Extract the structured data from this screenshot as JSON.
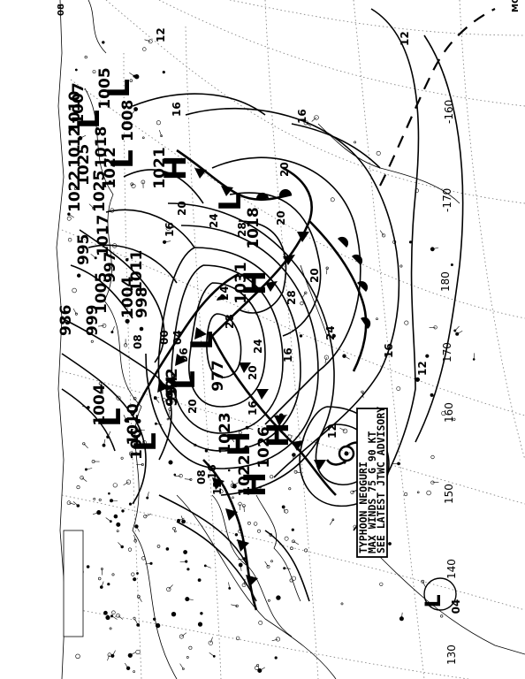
{
  "longitude_labels": [
    "-160",
    "-170",
    "180",
    "170",
    "160",
    "150",
    "140",
    "130"
  ],
  "highs": [
    {
      "letter": "H",
      "pressure": "1031"
    },
    {
      "letter": "H",
      "pressure": "1023"
    },
    {
      "letter": "H",
      "pressure": "1026"
    },
    {
      "letter": "H",
      "pressure": "1022"
    },
    {
      "letter": "H",
      "pressure": "1021"
    }
  ],
  "lows": [
    {
      "letter": "L",
      "pressure": "1018"
    },
    {
      "letter": "L",
      "pressure": "977"
    },
    {
      "letter": "L",
      "pressure": "992"
    },
    {
      "letter": "L",
      "pressure": "1004"
    },
    {
      "letter": "L",
      "pressure": "1010"
    },
    {
      "letter": "L",
      "pressure": "1005"
    },
    {
      "letter": "L",
      "pressure": "1007"
    },
    {
      "letter": "L",
      "pressure": "1022"
    }
  ],
  "edge_pressures": [
    "1010",
    "1012",
    "1025",
    "1017",
    "1011",
    "1008",
    "995",
    "997",
    "998",
    "994",
    "1005",
    "986",
    "999",
    "1004",
    "10C",
    "1025",
    "1022",
    "1018"
  ],
  "isobar_labels": [
    "12",
    "16",
    "20",
    "24",
    "28",
    "16",
    "20",
    "24",
    "28",
    "16",
    "12",
    "08",
    "04",
    "00",
    "96",
    "20",
    "16",
    "12",
    "08",
    "12",
    "16",
    "20",
    "24",
    "28",
    "24",
    "20",
    "16",
    "12",
    "20",
    "16"
  ],
  "typhoon_advisory": {
    "line1": "TYPHOON NEOGURI",
    "line2": "MAX WINDS 75 G 90 KT",
    "line3": "SEE LATEST JTWC ADVISORY"
  },
  "corner_marks": {
    "top_right": "MO",
    "top_left": "08"
  },
  "bottom_right_low": {
    "letter": "L",
    "pressure": "04"
  }
}
